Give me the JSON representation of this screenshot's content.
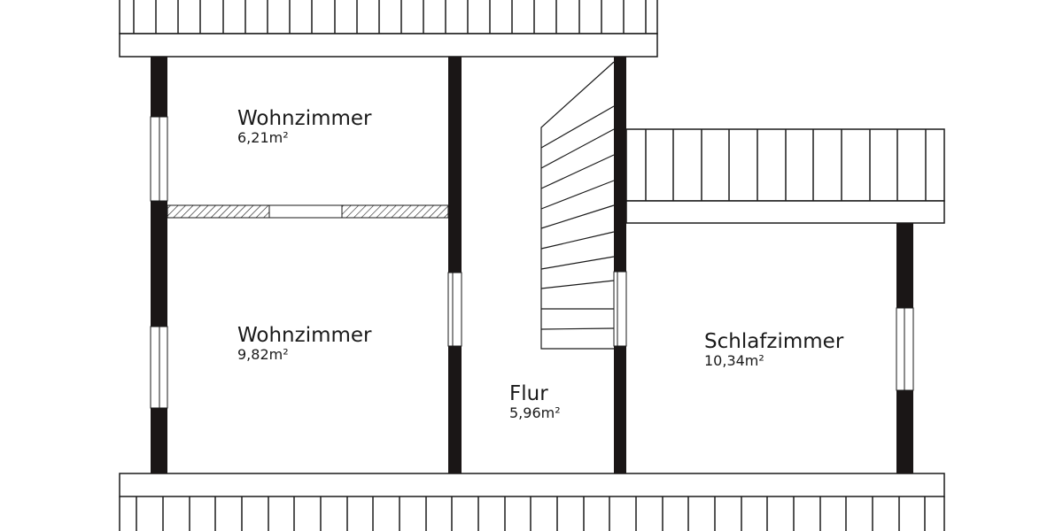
{
  "floorplan": {
    "colors": {
      "wall": "#1a1616",
      "line": "#1a1a1a",
      "background": "#ffffff"
    },
    "rooms": [
      {
        "name": "Wohnzimmer",
        "area": "6,21m²"
      },
      {
        "name": "Wohnzimmer",
        "area": "9,82m²"
      },
      {
        "name": "Flur",
        "area": "5,96m²"
      },
      {
        "name": "Schlafzimmer",
        "area": "10,34m²"
      }
    ],
    "balconies": [
      "top-balcony",
      "right-balcony",
      "bottom-balcony"
    ],
    "stairs": {
      "icon": "staircase"
    }
  }
}
